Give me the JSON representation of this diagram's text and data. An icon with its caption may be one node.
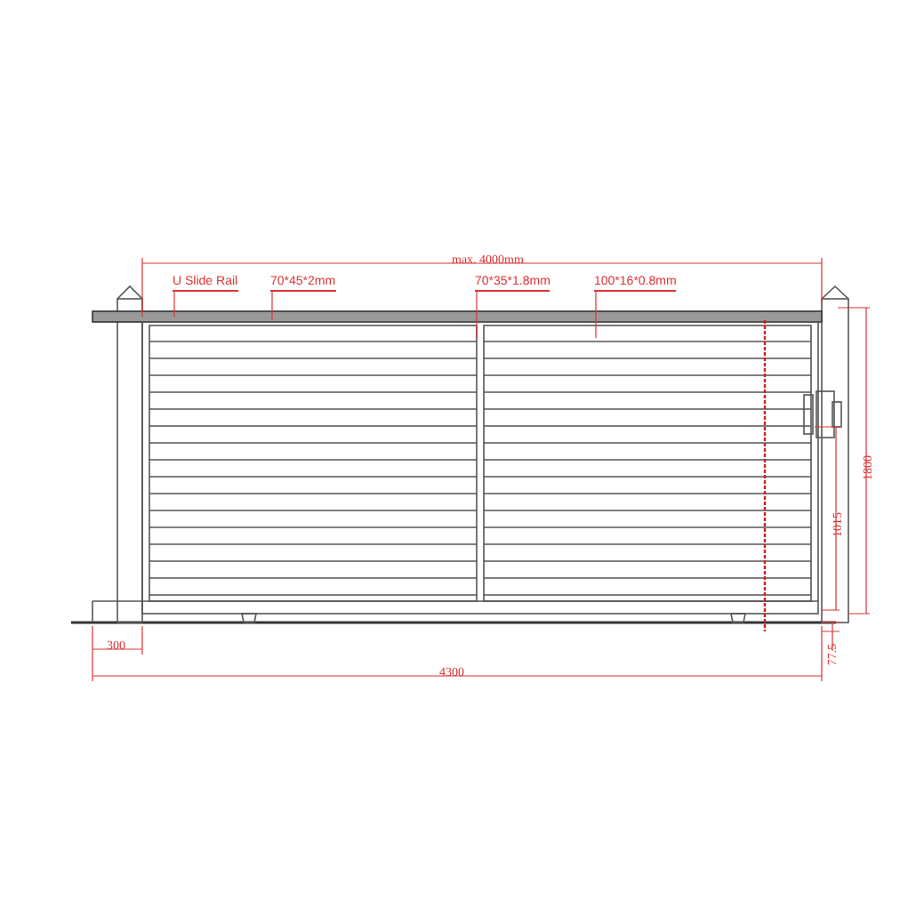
{
  "diagram": {
    "nodes": [
      {
        "text": [
          "U Slide Rail"
        ]
      },
      {
        "text": [
          "70*45*2mm"
        ]
      },
      {
        "text": [
          "70*35*1.8mm"
        ]
      },
      {
        "text": [
          "100*16*0.8mm"
        ]
      }
    ],
    "edges": [
      {
        "from": 0,
        "to": null,
        "arrow": "none"
      },
      {
        "from": 1,
        "to": null,
        "arrow": "none"
      },
      {
        "from": 2,
        "to": null,
        "arrow": "none"
      },
      {
        "from": 3,
        "to": null,
        "arrow": "none"
      }
    ],
    "labels": [
      "max. 4000mm",
      "1800",
      "1015",
      "77.5",
      "300",
      "4300"
    ]
  }
}
